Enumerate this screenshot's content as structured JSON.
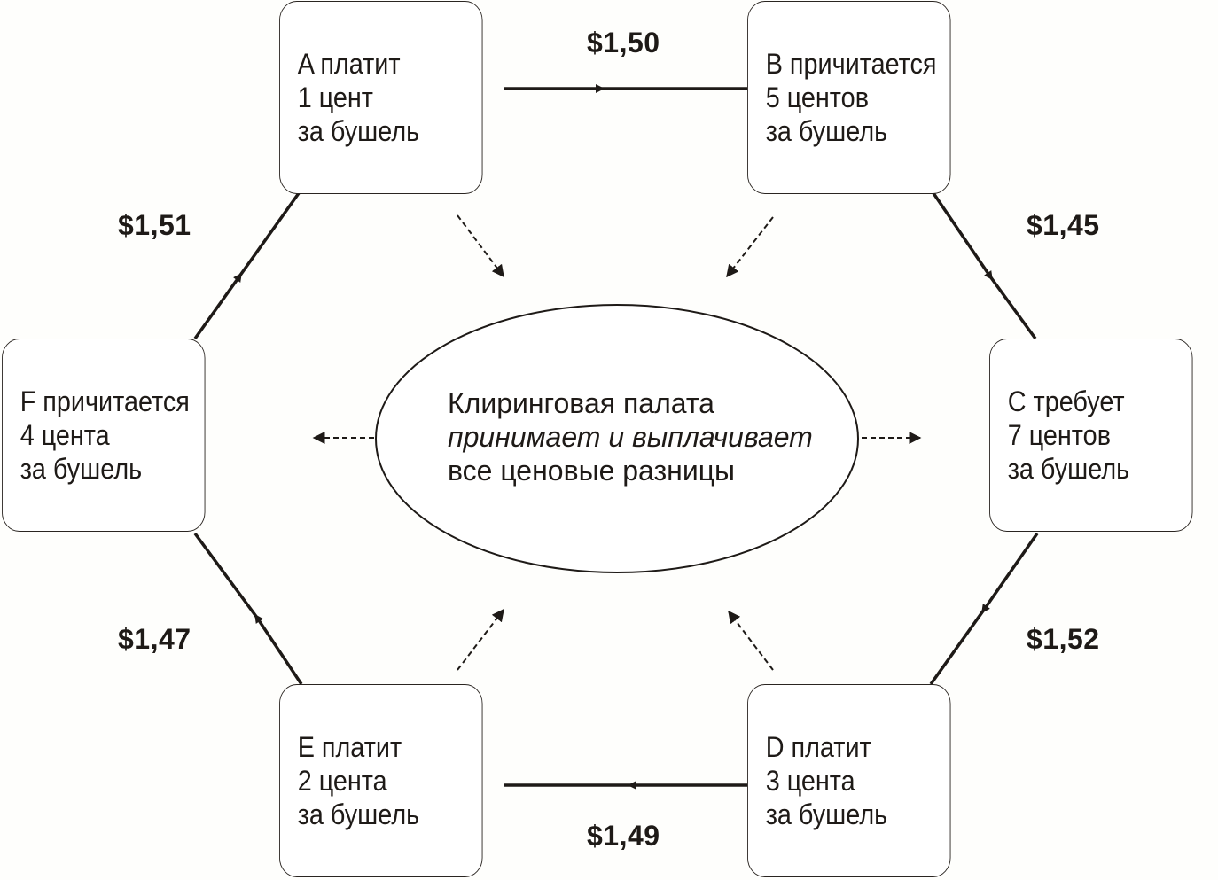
{
  "clearing_house": {
    "line1": "Клиринговая палата",
    "line2": "принимает и выплачивает",
    "line3": "все ценовые разницы"
  },
  "nodes": {
    "a": {
      "line1": "A платит",
      "line2": "1 цент",
      "line3": "за бушель"
    },
    "b": {
      "line1": "B причитается",
      "line2": "5 центов",
      "line3": "за бушель"
    },
    "c": {
      "line1": "C требует",
      "line2": "7 центов",
      "line3": "за бушель"
    },
    "d": {
      "line1": "D платит",
      "line2": "3 цента",
      "line3": "за бушель"
    },
    "e": {
      "line1": "E платит",
      "line2": "2 цента",
      "line3": "за бушель"
    },
    "f": {
      "line1": "F причитается",
      "line2": "4 цента",
      "line3": "за бушель"
    }
  },
  "prices": {
    "a_to_b": "$1,50",
    "b_to_c": "$1,45",
    "c_to_d": "$1,52",
    "d_to_e": "$1,49",
    "e_to_f": "$1,47",
    "f_to_a": "$1,51"
  },
  "colors": {
    "ink": "#1e1a17",
    "background": "#fefefc"
  }
}
